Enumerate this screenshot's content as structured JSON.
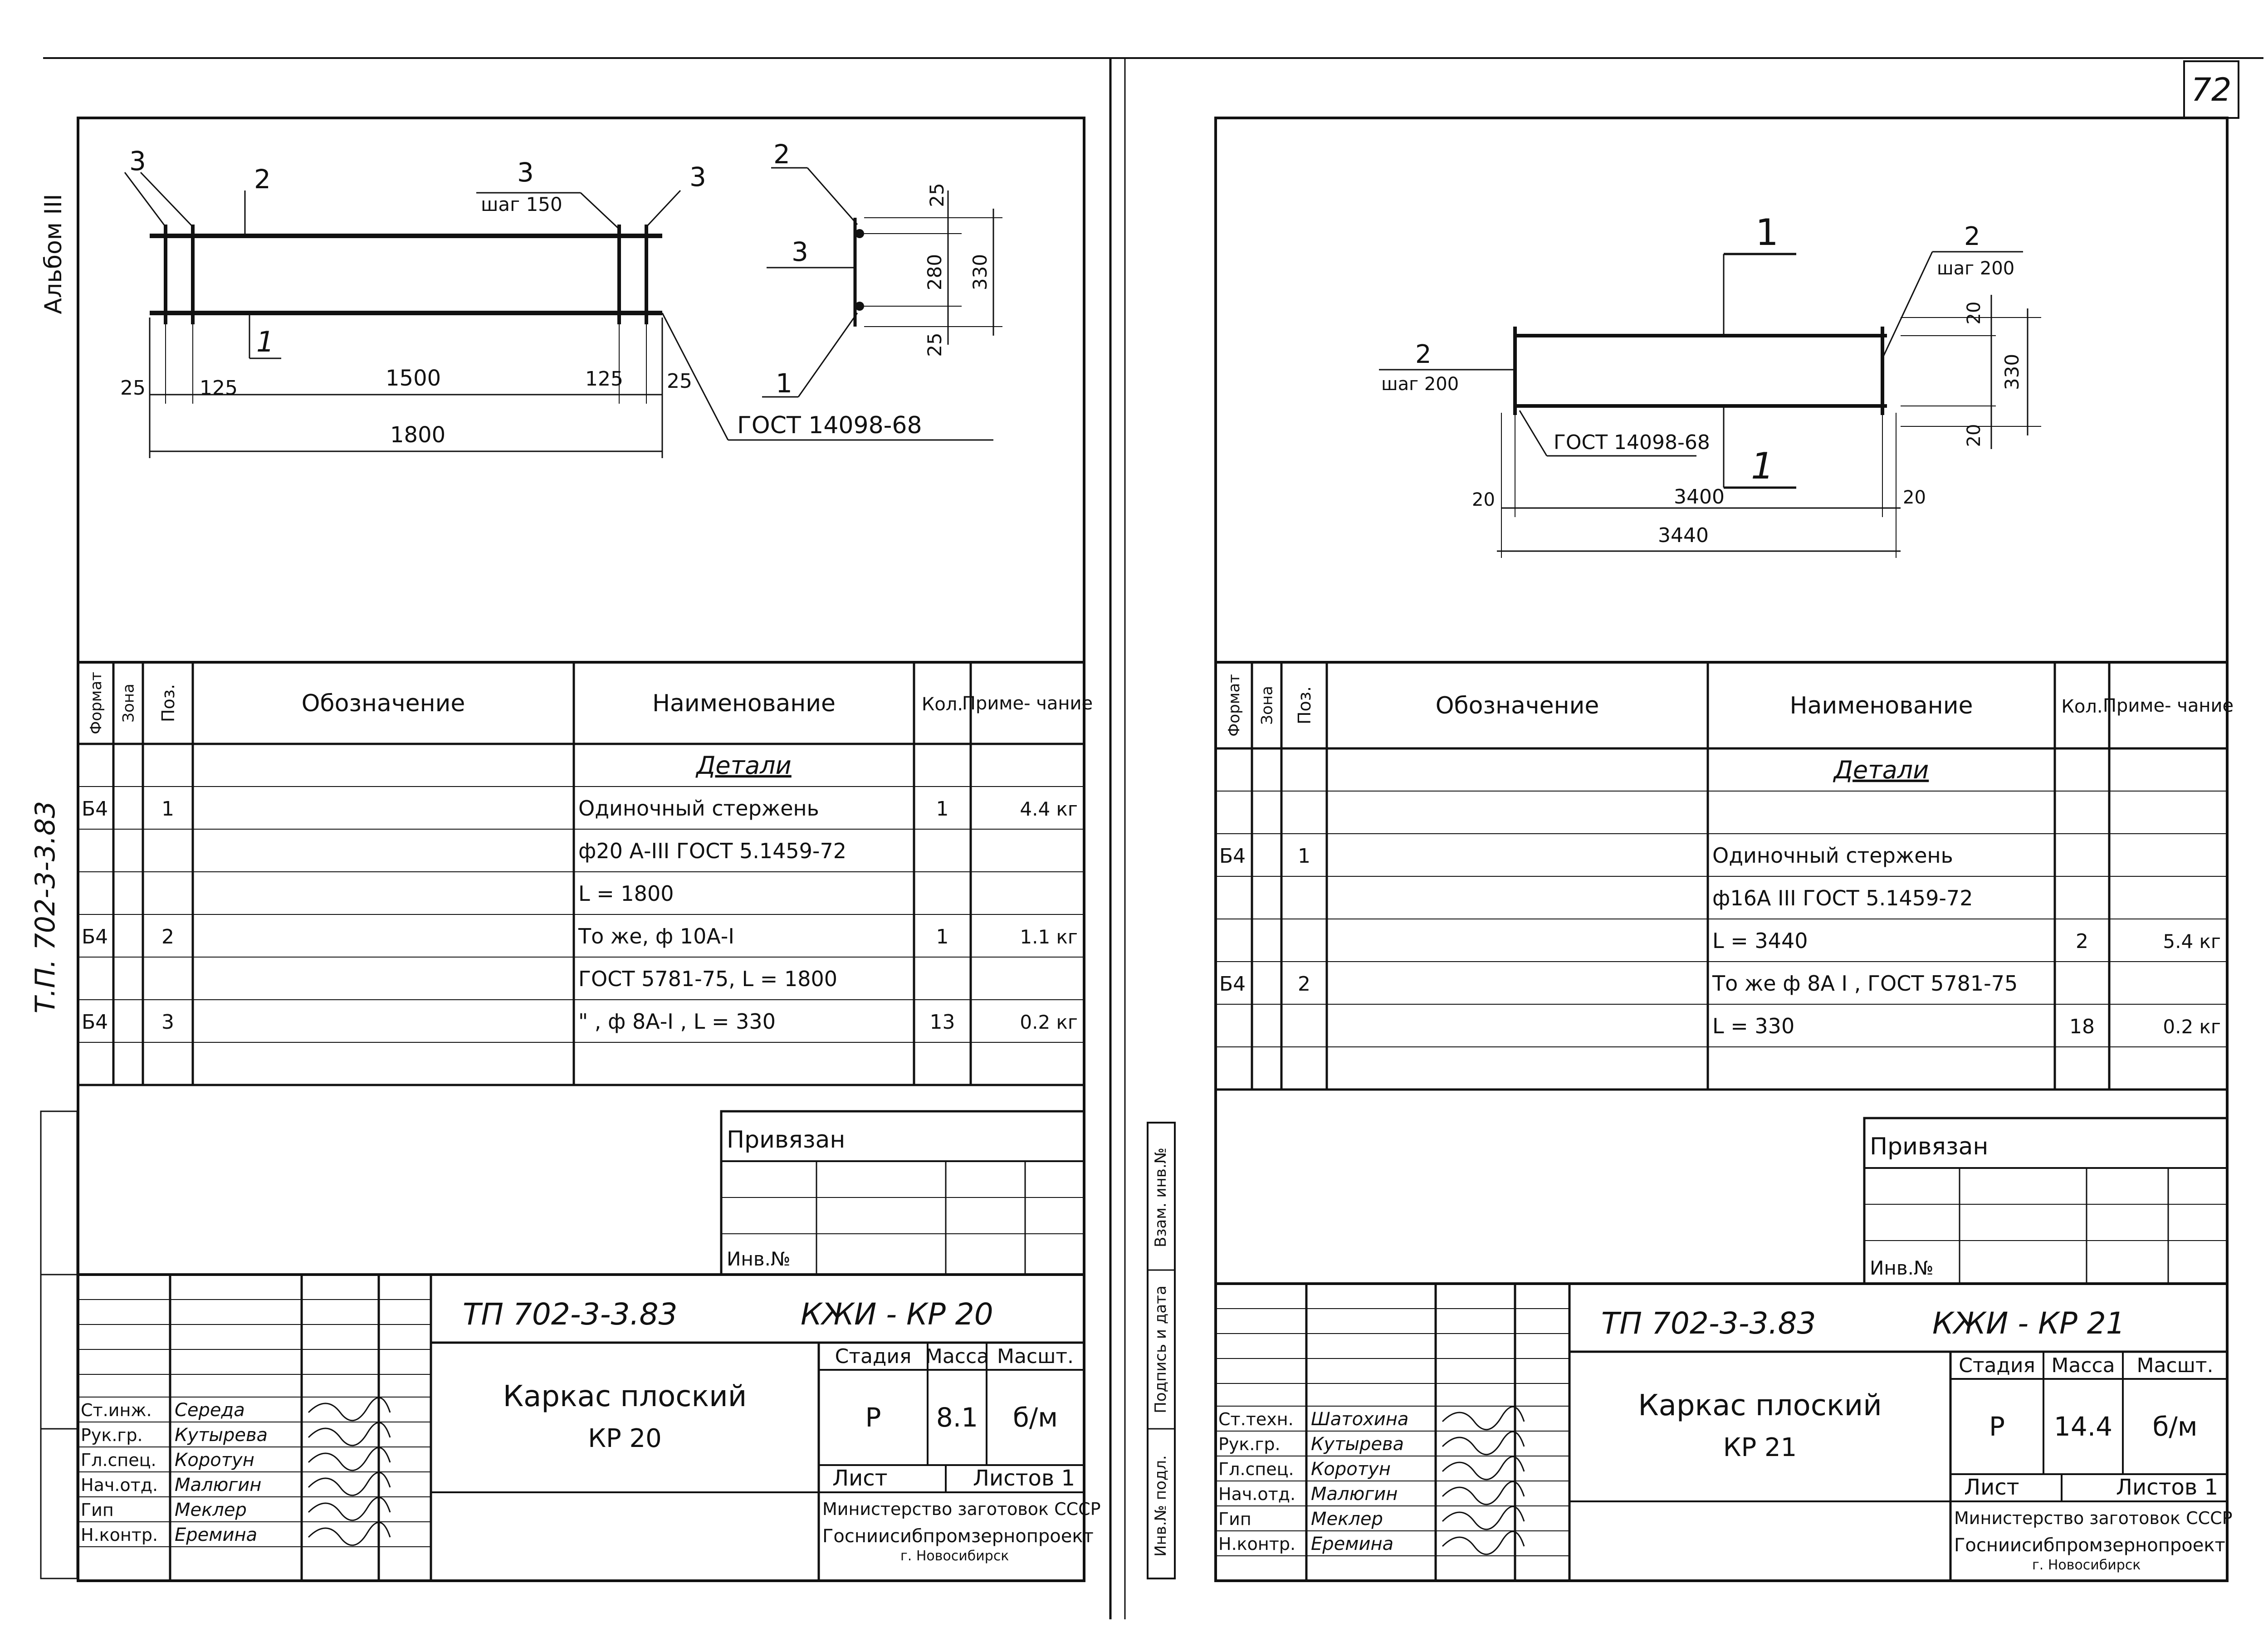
{
  "page_number": "72",
  "margin": {
    "album": "Альбом III",
    "tp_code": "Т.П. 702-3-3.83",
    "stamp_labels": [
      "Взам. инв.№",
      "Подпись и дата",
      "Инв.№ подл."
    ]
  },
  "sheets": [
    {
      "id": "kr20",
      "drawing": {
        "callouts": [
          "3",
          "2",
          "3",
          "шаг 150",
          "3",
          "1",
          "2",
          "3",
          "1"
        ],
        "dims": [
          "25",
          "125",
          "1500",
          "125",
          "25",
          "1800",
          "25",
          "280",
          "330",
          "25"
        ],
        "note": "ГОСТ 14098-68"
      },
      "spec": {
        "headers": [
          "Формат",
          "Зона",
          "Поз.",
          "Обозначение",
          "Наименование",
          "Кол.",
          "Приме- чание"
        ],
        "section": "Детали",
        "rows": [
          {
            "format": "Б4",
            "zone": "",
            "pos": "1",
            "designation": "",
            "name": "Одиночный стержень",
            "qty": "1",
            "note": "4.4 кг"
          },
          {
            "format": "",
            "zone": "",
            "pos": "",
            "designation": "",
            "name": "ф20 А-III  ГОСТ 5.1459-72",
            "qty": "",
            "note": ""
          },
          {
            "format": "",
            "zone": "",
            "pos": "",
            "designation": "",
            "name": "L = 1800",
            "qty": "",
            "note": ""
          },
          {
            "format": "Б4",
            "zone": "",
            "pos": "2",
            "designation": "",
            "name": "То же, ф 10А-I",
            "qty": "1",
            "note": "1.1 кг"
          },
          {
            "format": "",
            "zone": "",
            "pos": "",
            "designation": "",
            "name": "ГОСТ 5781-75, L = 1800",
            "qty": "",
            "note": ""
          },
          {
            "format": "Б4",
            "zone": "",
            "pos": "3",
            "designation": "",
            "name": "\"  , ф 8А-I , L = 330",
            "qty": "13",
            "note": "0.2 кг"
          },
          {
            "format": "",
            "zone": "",
            "pos": "",
            "designation": "",
            "name": "",
            "qty": "",
            "note": ""
          }
        ]
      },
      "privyazan": "Привязан",
      "inv_no": "Инв.№",
      "title_block": {
        "code": "ТП  702-3-3.83",
        "suffix": "КЖИ - КР 20",
        "name_line1": "Каркас плоский",
        "name_line2": "КР 20",
        "stage_label": "Стадия",
        "mass_label": "Масса",
        "scale_label": "Масшт.",
        "stage": "Р",
        "mass": "8.1",
        "scale": "б/м",
        "sheet_label": "Лист",
        "sheets_label": "Листов 1",
        "org1": "Министерство заготовок СССР",
        "org2": "Госниисибпромзернопроект",
        "org3": "г. Новосибирск",
        "signatures": [
          {
            "role": "Ст.инж.",
            "name": "Середа"
          },
          {
            "role": "Рук.гр.",
            "name": "Кутырева"
          },
          {
            "role": "Гл.спец.",
            "name": "Коротун"
          },
          {
            "role": "Нач.отд.",
            "name": "Малюгин"
          },
          {
            "role": "Гип",
            "name": "Меклер"
          },
          {
            "role": "Н.контр.",
            "name": "Еремина"
          }
        ]
      }
    },
    {
      "id": "kr21",
      "drawing": {
        "callouts": [
          "1",
          "2",
          "шаг 200",
          "2",
          "шаг 200",
          "1"
        ],
        "dims": [
          "20",
          "330",
          "20",
          "20",
          "3400",
          "20",
          "3440"
        ],
        "note": "ГОСТ 14098-68"
      },
      "spec": {
        "headers": [
          "Формат",
          "Зона",
          "Поз.",
          "Обозначение",
          "Наименование",
          "Кол.",
          "Приме- чание"
        ],
        "section": "Детали",
        "rows": [
          {
            "format": "",
            "zone": "",
            "pos": "",
            "designation": "",
            "name": "",
            "qty": "",
            "note": ""
          },
          {
            "format": "Б4",
            "zone": "",
            "pos": "1",
            "designation": "",
            "name": "Одиночный стержень",
            "qty": "",
            "note": ""
          },
          {
            "format": "",
            "zone": "",
            "pos": "",
            "designation": "",
            "name": "ф16А III  ГОСТ 5.1459-72",
            "qty": "",
            "note": ""
          },
          {
            "format": "",
            "zone": "",
            "pos": "",
            "designation": "",
            "name": "L = 3440",
            "qty": "2",
            "note": "5.4 кг"
          },
          {
            "format": "Б4",
            "zone": "",
            "pos": "2",
            "designation": "",
            "name": "То же  ф 8А I , ГОСТ 5781-75",
            "qty": "",
            "note": ""
          },
          {
            "format": "",
            "zone": "",
            "pos": "",
            "designation": "",
            "name": "L = 330",
            "qty": "18",
            "note": "0.2 кг"
          },
          {
            "format": "",
            "zone": "",
            "pos": "",
            "designation": "",
            "name": "",
            "qty": "",
            "note": ""
          }
        ]
      },
      "privyazan": "Привязан",
      "inv_no": "Инв.№",
      "title_block": {
        "code": "ТП  702-3-3.83",
        "suffix": "КЖИ - КР 21",
        "name_line1": "Каркас плоский",
        "name_line2": "КР 21",
        "stage_label": "Стадия",
        "mass_label": "Масса",
        "scale_label": "Масшт.",
        "stage": "Р",
        "mass": "14.4",
        "scale": "б/м",
        "sheet_label": "Лист",
        "sheets_label": "Листов 1",
        "org1": "Министерство заготовок СССР",
        "org2": "Госниисибпромзернопроект",
        "org3": "г. Новосибирск",
        "signatures": [
          {
            "role": "Ст.техн.",
            "name": "Шатохина"
          },
          {
            "role": "Рук.гр.",
            "name": "Кутырева"
          },
          {
            "role": "Гл.спец.",
            "name": "Коротун"
          },
          {
            "role": "Нач.отд.",
            "name": "Малюгин"
          },
          {
            "role": "Гип",
            "name": "Меклер"
          },
          {
            "role": "Н.контр.",
            "name": "Еремина"
          }
        ]
      }
    }
  ]
}
